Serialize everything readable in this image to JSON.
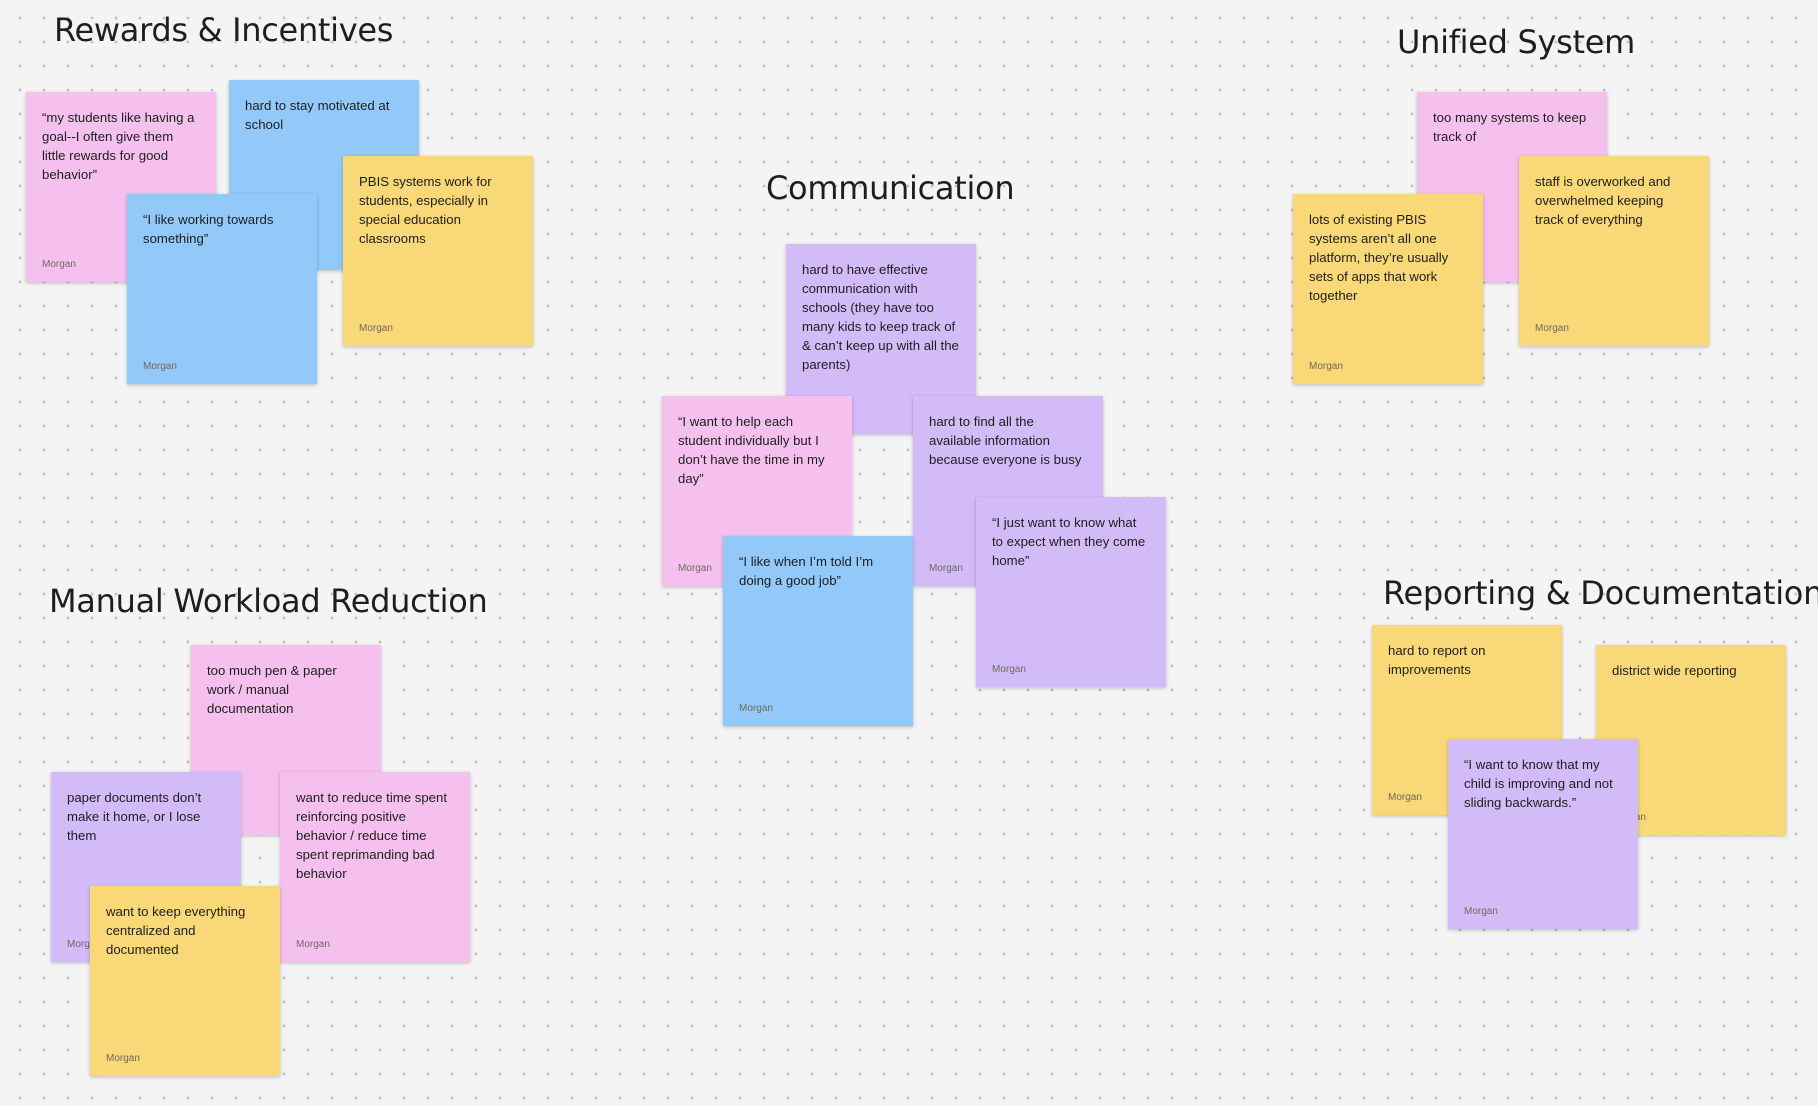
{
  "sections": {
    "rewards": "Rewards & Incentives",
    "unified": "Unified System",
    "communication": "Communication",
    "workload": "Manual Workload Reduction",
    "reporting": "Reporting & Documentation"
  },
  "colors": {
    "pink": "#f5c0ee",
    "blue": "#93c9f8",
    "yellow": "#f8d877",
    "purple": "#d3bbf8"
  },
  "notes": {
    "r1": {
      "text": "“my students like having a goal--I often give them little rewards for good behavior”",
      "author": "Morgan",
      "color": "pink"
    },
    "r2": {
      "text": "hard to stay motivated at school",
      "author": "",
      "color": "blue"
    },
    "r3": {
      "text": "“I like working towards something”",
      "author": "Morgan",
      "color": "blue"
    },
    "r4": {
      "text": "PBIS systems work for students, especially in special education classrooms",
      "author": "Morgan",
      "color": "yellow"
    },
    "u1": {
      "text": "too many systems to keep track of",
      "author": "",
      "color": "pink"
    },
    "u2": {
      "text": "staff is overworked and overwhelmed keeping track of everything",
      "author": "Morgan",
      "color": "yellow"
    },
    "u3": {
      "text": "lots of existing PBIS systems aren’t all one platform, they’re usually sets of apps that work together",
      "author": "Morgan",
      "color": "yellow"
    },
    "c1": {
      "text": "hard to have effective communication with schools (they have too many kids to keep track of & can’t keep up with all the parents)",
      "author": "",
      "color": "purple"
    },
    "c2": {
      "text": "“I want to help each student individually but I don’t have the time in my day”",
      "author": "Morgan",
      "color": "pink"
    },
    "c3": {
      "text": "hard to find all the available information because everyone is busy",
      "author": "Morgan",
      "color": "purple"
    },
    "c4": {
      "text": "“I just want to know what to expect when they come home”",
      "author": "Morgan",
      "color": "purple"
    },
    "c5": {
      "text": "“I like when I’m told I’m doing a good job”",
      "author": "Morgan",
      "color": "blue"
    },
    "w1": {
      "text": "too much pen & paper work / manual documentation",
      "author": "",
      "color": "pink"
    },
    "w2": {
      "text": "paper documents don’t make it home, or I lose them",
      "author": "Morgan",
      "color": "purple"
    },
    "w3": {
      "text": "want to reduce time spent reinforcing positive behavior / reduce time spent reprimanding bad behavior",
      "author": "Morgan",
      "color": "pink"
    },
    "w4": {
      "text": "want to keep everything centralized and documented",
      "author": "Morgan",
      "color": "yellow"
    },
    "p1": {
      "text": "hard to report on improvements",
      "author": "Morgan",
      "color": "yellow"
    },
    "p2": {
      "text": "district wide reporting",
      "author": "Morgan",
      "color": "yellow"
    },
    "p3": {
      "text": "“I want to know that my child is improving and not sliding backwards.”",
      "author": "Morgan",
      "color": "purple"
    }
  }
}
